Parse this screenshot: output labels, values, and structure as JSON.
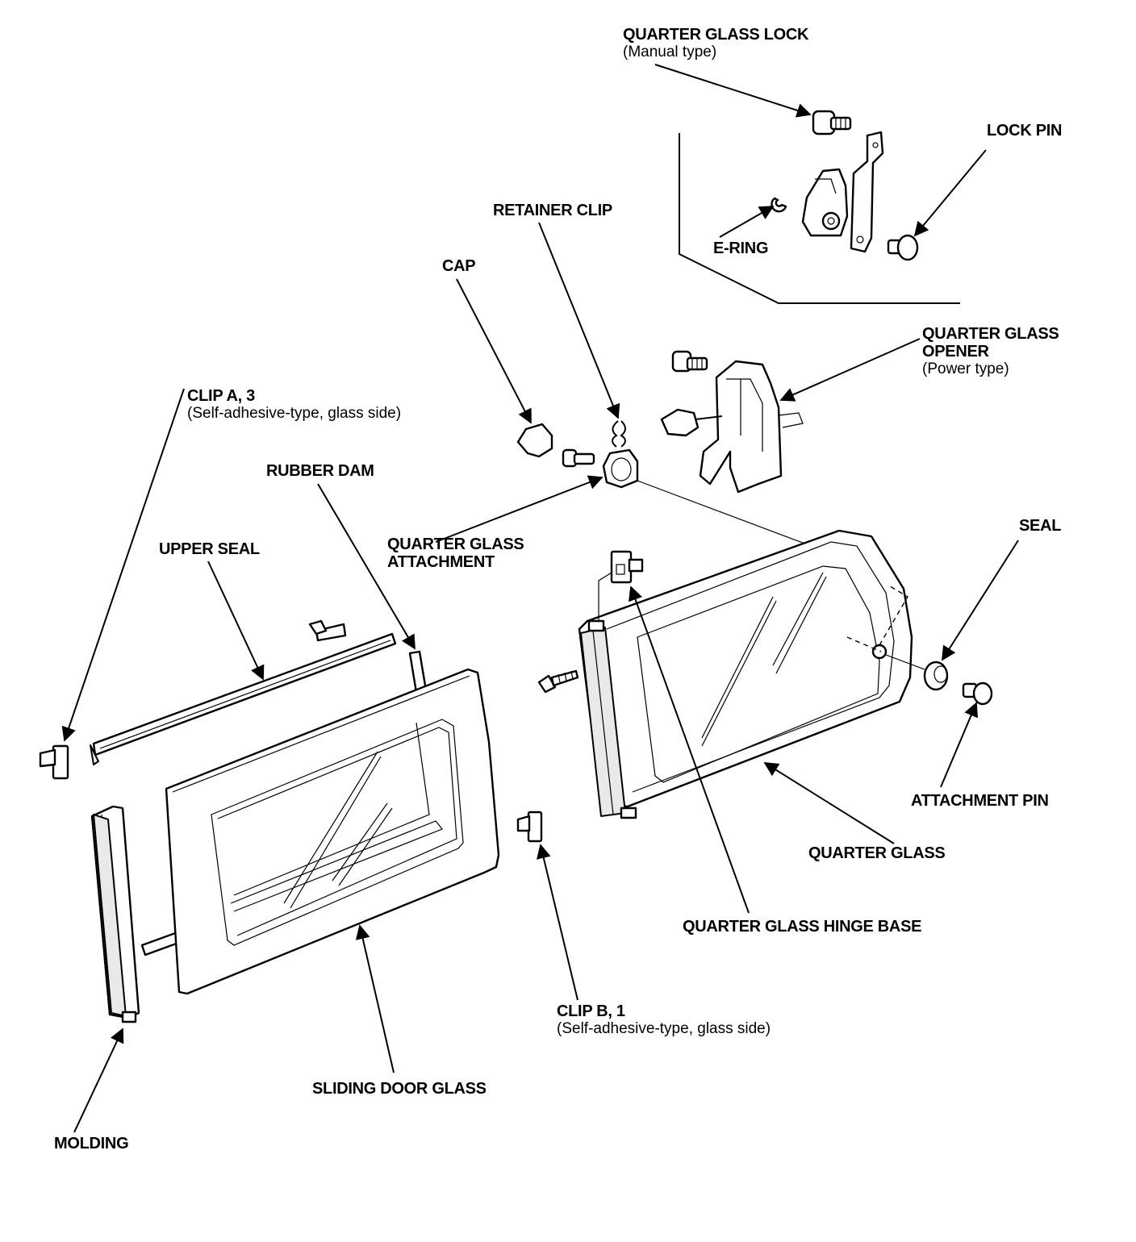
{
  "labels": {
    "quarter_glass_lock": {
      "title": "QUARTER GLASS LOCK",
      "sub": "(Manual type)"
    },
    "lock_pin": {
      "title": "LOCK PIN"
    },
    "e_ring": {
      "title": "E-RING"
    },
    "retainer_clip": {
      "title": "RETAINER CLIP"
    },
    "cap": {
      "title": "CAP"
    },
    "quarter_glass_opener": {
      "line1": "QUARTER GLASS",
      "line2": "OPENER",
      "sub": "(Power type)"
    },
    "clip_a": {
      "title": "CLIP A, 3",
      "sub": "(Self-adhesive-type, glass side)"
    },
    "rubber_dam": {
      "title": "RUBBER DAM"
    },
    "upper_seal": {
      "title": "UPPER SEAL"
    },
    "quarter_glass_attachment": {
      "line1": "QUARTER GLASS",
      "line2": "ATTACHMENT"
    },
    "seal": {
      "title": "SEAL"
    },
    "attachment_pin": {
      "title": "ATTACHMENT PIN"
    },
    "quarter_glass": {
      "title": "QUARTER GLASS"
    },
    "quarter_glass_hinge_base": {
      "title": "QUARTER GLASS HINGE BASE"
    },
    "clip_b": {
      "title": "CLIP B, 1",
      "sub": "(Self-adhesive-type, glass side)"
    },
    "sliding_door_glass": {
      "title": "SLIDING DOOR GLASS"
    },
    "molding": {
      "title": "MOLDING"
    }
  }
}
